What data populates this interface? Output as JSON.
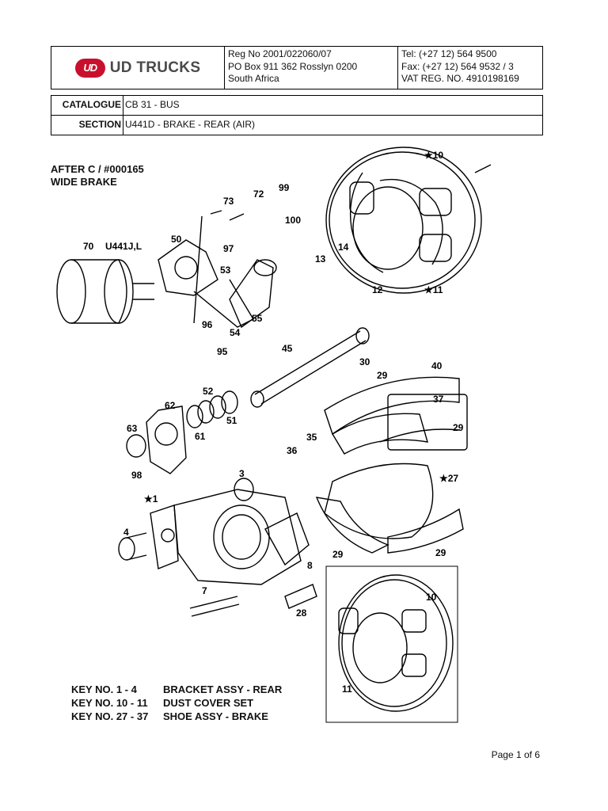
{
  "header": {
    "logo": {
      "badge": "UD",
      "text": "UD TRUCKS"
    },
    "address_lines": [
      "Reg No 2001/022060/07",
      "PO Box 911 362 Rosslyn 0200",
      "South Africa"
    ],
    "contact_lines": [
      "Tel: (+27 12) 564 9500",
      "Fax: (+27 12) 564 9532 / 3",
      "VAT REG. NO. 4910198169"
    ]
  },
  "meta": {
    "catalogue_label": "CATALOGUE",
    "catalogue_value": "CB 31 - BUS",
    "section_label": "SECTION",
    "section_value": "U441D - BRAKE - REAR (AIR)"
  },
  "diagram": {
    "title_lines": [
      "AFTER C / #000165",
      "WIDE BRAKE"
    ],
    "callouts": [
      "★10",
      "99",
      "72",
      "73",
      "100",
      "50",
      "70",
      "U441J,L",
      "14",
      "13",
      "97",
      "53",
      "12",
      "★11",
      "55",
      "96",
      "54",
      "95",
      "45",
      "40",
      "30",
      "29",
      "37",
      "62",
      "52",
      "51",
      "63",
      "61",
      "36",
      "35",
      "29",
      "98",
      "3",
      "★27",
      "★1",
      "4",
      "29",
      "29",
      "8",
      "7",
      "28",
      "10",
      "11"
    ],
    "key_rows": [
      {
        "key": "KEY NO.   1 - 4",
        "desc": "BRACKET ASSY - REAR"
      },
      {
        "key": "KEY NO. 10 - 11",
        "desc": "DUST COVER SET"
      },
      {
        "key": "KEY NO. 27 - 37",
        "desc": "SHOE ASSY - BRAKE"
      }
    ]
  },
  "footer": {
    "page": "Page 1 of 6"
  }
}
